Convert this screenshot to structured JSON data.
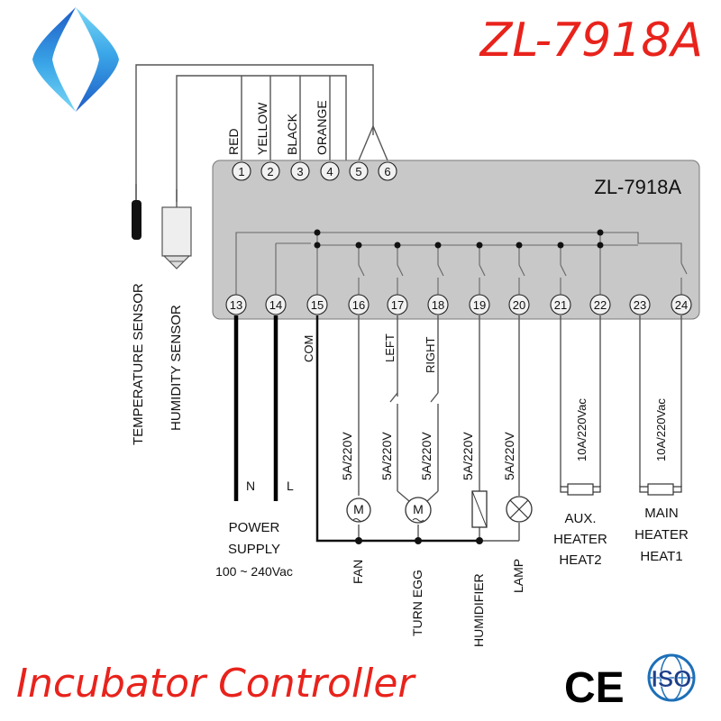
{
  "title": "ZL-7918A",
  "footer": "Incubator Controller",
  "controller": {
    "model": "ZL-7918A"
  },
  "top_terminals": [
    "1",
    "2",
    "3",
    "4",
    "5",
    "6"
  ],
  "wire_colors": [
    "RED",
    "YELLOW",
    "BLACK",
    "ORANGE"
  ],
  "bottom_terminals": [
    "13",
    "14",
    "15",
    "16",
    "17",
    "18",
    "19",
    "20",
    "21",
    "22",
    "23",
    "24"
  ],
  "sensors": {
    "temperature": "TEMPERATURE SENSOR",
    "humidity": "HUMIDITY SENSOR"
  },
  "com_label": "COM",
  "direction": {
    "left": "LEFT",
    "right": "RIGHT"
  },
  "ratings": {
    "fan": "5A/220V",
    "turn_left": "5A/220V",
    "turn_right": "5A/220V",
    "humidifier": "5A/220V",
    "lamp": "5A/220V",
    "aux_heater": "10A/220Vac",
    "main_heater": "10A/220Vac"
  },
  "motor_symbol": "M",
  "power": {
    "n": "N",
    "l": "L",
    "line1": "POWER",
    "line2": "SUPPLY",
    "line3": "100 ~ 240Vac"
  },
  "loads": {
    "fan": "FAN",
    "turn_egg": "TURN EGG",
    "humidifier": "HUMIDIFIER",
    "lamp": "LAMP"
  },
  "aux_heater": {
    "line1": "AUX.",
    "line2": "HEATER",
    "line3": "HEAT2"
  },
  "main_heater": {
    "line1": "MAIN",
    "line2": "HEATER",
    "line3": "HEAT1"
  },
  "certifications": {
    "ce": "CE",
    "iso": "ISO"
  },
  "colors": {
    "brand_red": "#e8231c",
    "logo_blue": "#2a7fd4",
    "logo_cyan": "#4ec9ee",
    "panel_gray": "#c8c8c8"
  },
  "icons": [
    "brand-logo-icon",
    "ce-mark-icon",
    "iso-mark-icon",
    "motor-icon",
    "lamp-icon",
    "humidifier-icon",
    "temperature-probe-icon",
    "humidity-probe-icon",
    "heater-icon"
  ]
}
